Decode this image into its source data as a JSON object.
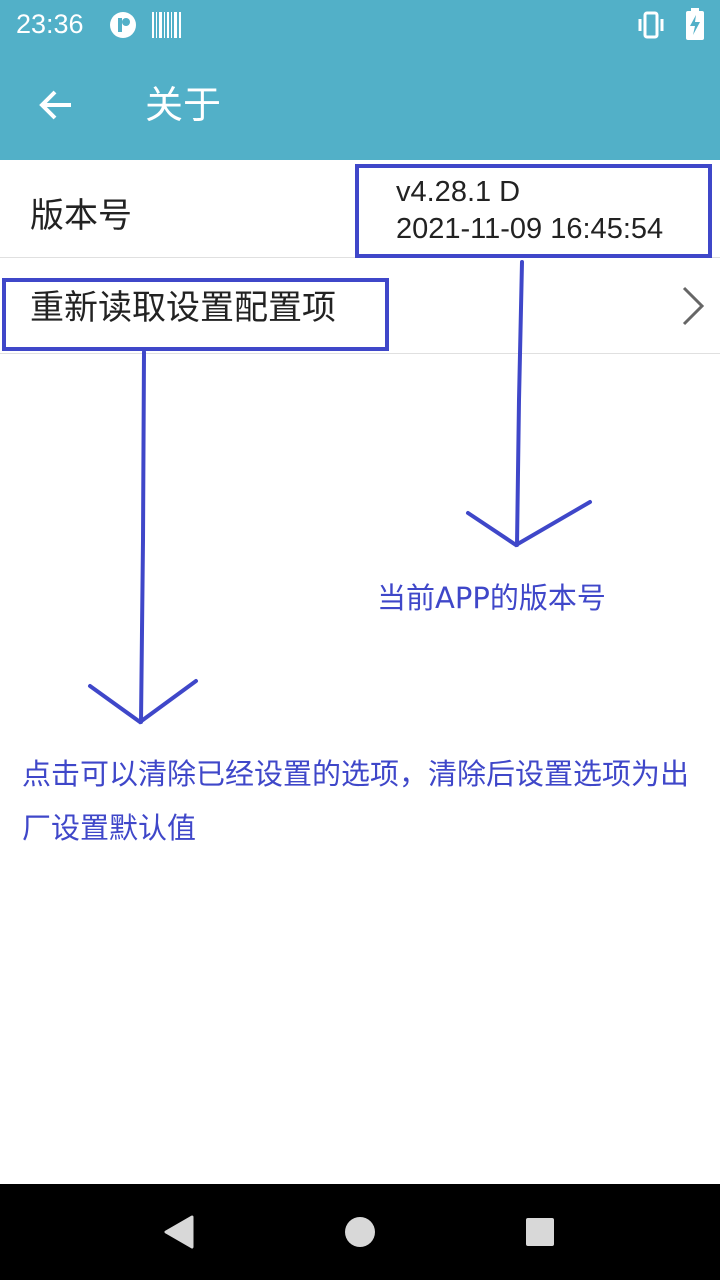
{
  "status_bar": {
    "time": "23:36",
    "icons": [
      "app-notification-icon",
      "barcode-icon",
      "vibrate-icon",
      "battery-charging-icon"
    ]
  },
  "app_bar": {
    "back_icon": "arrow-left-icon",
    "title": "关于"
  },
  "rows": {
    "version": {
      "label": "版本号",
      "value_line1": "v4.28.1 D",
      "value_line2": "2021-11-09 16:45:54"
    },
    "reload": {
      "label": "重新读取设置配置项",
      "chevron_icon": "chevron-right-icon"
    }
  },
  "annotations": {
    "color": "#3f47c9",
    "version_note": "当前APP的版本号",
    "reload_note": "点击可以清除已经设置的选项，清除后设置选项为出厂设置默认值"
  },
  "nav_bar": {
    "icons": [
      "back-triangle-icon",
      "home-circle-icon",
      "recents-square-icon"
    ]
  }
}
